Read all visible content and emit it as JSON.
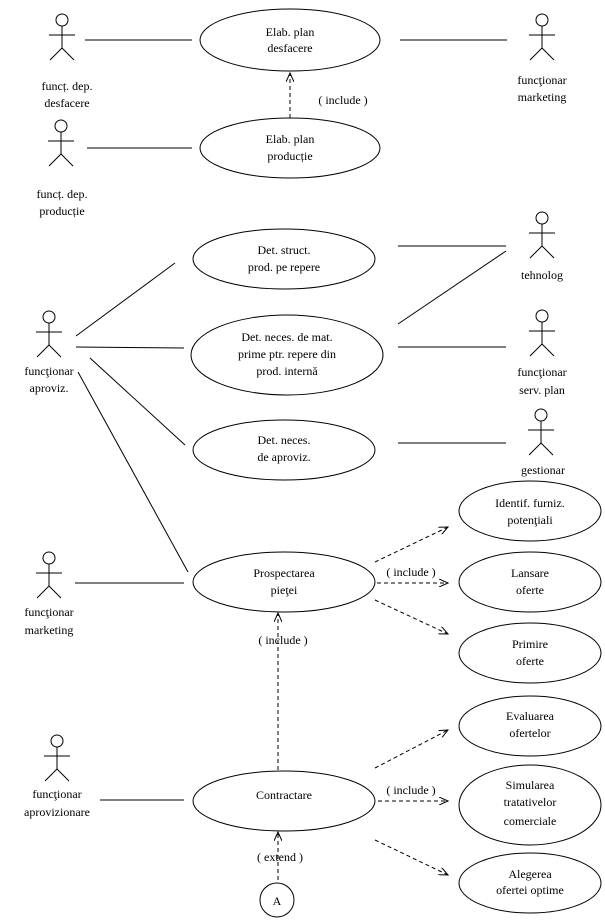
{
  "actors": {
    "a1": [
      "funcț. dep.",
      "desfacere"
    ],
    "a2": [
      "funcţionar",
      "marketing"
    ],
    "a3": [
      "funcț. dep.",
      "producție"
    ],
    "a4": [
      "tehnolog"
    ],
    "a5": [
      "funcţionar",
      "aproviz."
    ],
    "a6": [
      "funcţionar",
      "serv. plan"
    ],
    "a7": [
      "gestionar"
    ],
    "a8": [
      "funcţionar",
      "marketing"
    ],
    "a9": [
      "funcţionar",
      "aprovizionare"
    ]
  },
  "usecases": {
    "u1": [
      "Elab. plan",
      "desfacere"
    ],
    "u2": [
      "Elab. plan",
      "producție"
    ],
    "u3": [
      "Det. struct.",
      "prod. pe repere"
    ],
    "u4": [
      "Det. neces. de mat.",
      "prime ptr. repere din",
      "prod. internă"
    ],
    "u5": [
      "Det. neces.",
      "de aproviz."
    ],
    "u6": [
      "Prospectarea",
      "pieţei"
    ],
    "u7": [
      "Contractare"
    ],
    "u8": [
      "Identif. furniz.",
      "potenţiali"
    ],
    "u9": [
      "Lansare",
      "oferte"
    ],
    "u10": [
      "Primire",
      "oferte"
    ],
    "u11": [
      "Evaluarea",
      "ofertelor"
    ],
    "u12": [
      "Simularea",
      "tratativelor",
      "comerciale"
    ],
    "u13": [
      "Alegerea",
      "ofertei optime"
    ]
  },
  "connector": {
    "label": "A"
  },
  "stereotypes": {
    "include1": "( include )",
    "include2": "( include )",
    "include3": "( include )",
    "include4": "( include )",
    "extend": "( extend )"
  }
}
